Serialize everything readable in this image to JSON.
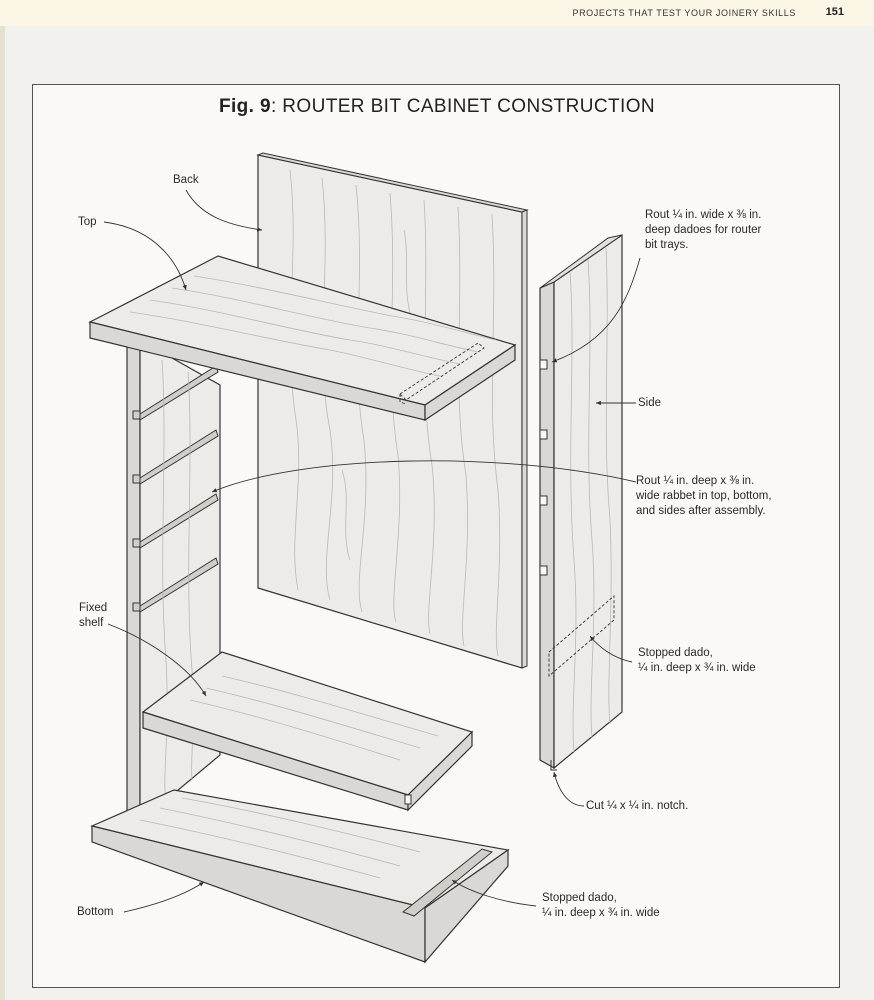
{
  "header": {
    "running_head": "PROJECTS THAT TEST YOUR JOINERY SKILLS",
    "page_number": "151"
  },
  "figure": {
    "title_bold": "Fig. 9",
    "title_rest": ": ROUTER BIT CABINET CONSTRUCTION"
  },
  "labels": {
    "back": "Back",
    "top": "Top",
    "side": "Side",
    "fixed_shelf_1": "Fixed",
    "fixed_shelf_2": "shelf",
    "bottom": "Bottom",
    "trays_1": "Rout ¼ in. wide x ⅜ in.",
    "trays_2": "deep dadoes for router",
    "trays_3": "bit trays.",
    "rabbet_1": "Rout ¼ in. deep x ⅜ in.",
    "rabbet_2": "wide rabbet in top, bottom,",
    "rabbet_3": "and sides after assembly.",
    "side_dado_1": "Stopped dado,",
    "side_dado_2": "¼ in. deep x ¾ in. wide",
    "notch": "Cut ¼ x ¼ in. notch.",
    "bottom_dado_1": "Stopped dado,",
    "bottom_dado_2": "¼ in. deep x ¾ in. wide"
  },
  "colors": {
    "wood_face": "#ecebe8",
    "wood_edge": "#d9d8d4",
    "outline": "#333333",
    "grain": "#b9b8b4"
  }
}
